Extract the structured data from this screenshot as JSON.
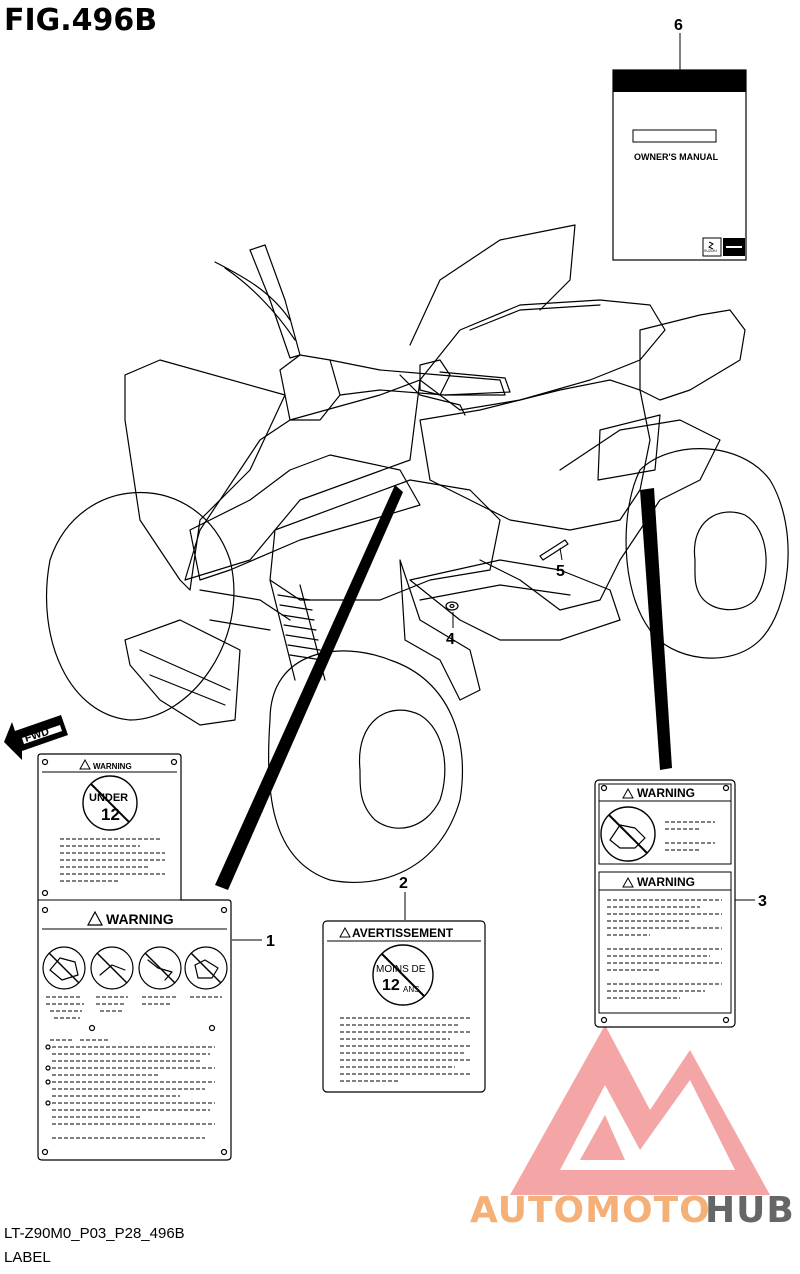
{
  "figure": {
    "title": "FIG.496B",
    "code": "LT-Z90M0_P03_P28_496B",
    "section": "LABEL"
  },
  "direction": {
    "label": "FWD"
  },
  "callouts": [
    "1",
    "2",
    "3",
    "4",
    "5",
    "6"
  ],
  "label_1": {
    "top_heading": "WARNING",
    "badge": [
      "UNDER",
      "12"
    ],
    "main_heading": "WARNING"
  },
  "label_2": {
    "heading": "AVERTISSEMENT",
    "badge": [
      "MOINS DE",
      "12",
      "ANS"
    ]
  },
  "label_3": {
    "top_heading": "WARNING",
    "bottom_heading": "WARNING"
  },
  "manual": {
    "title": "OWNER'S MANUAL",
    "brand_mark": "SUZUKI"
  },
  "watermark": {
    "part1": "AUTOMOTO",
    "part2": "HUB",
    "color_primary": "#f08080",
    "color_secondary": "#f5c98a",
    "color_text_dark": "#555555"
  }
}
